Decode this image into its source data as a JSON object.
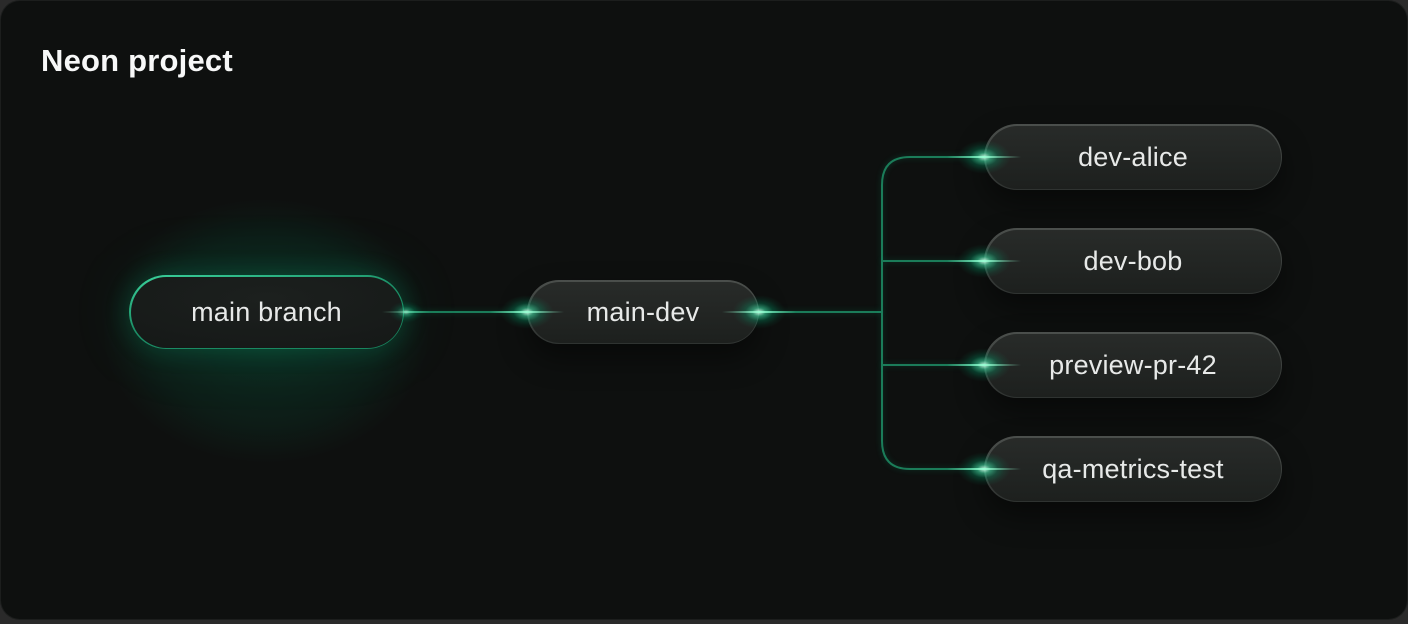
{
  "card": {
    "title": "Neon project"
  },
  "colors": {
    "canvas_background": "#0e100f",
    "page_behind": "#2a2a2a",
    "accent_green": "#00e599",
    "connector_line": "#1b7c59",
    "root_node_border": "#2fbd8a",
    "node_border_gray": "#3e4240",
    "node_fill_dark": "#1d201e",
    "label_text": "#e7e9e8",
    "title_text": "#f7f8f8"
  },
  "diagram": {
    "root": {
      "label": "main branch"
    },
    "trunk": {
      "label": "main-dev"
    },
    "branches": [
      {
        "label": "dev-alice"
      },
      {
        "label": "dev-bob"
      },
      {
        "label": "preview-pr-42"
      },
      {
        "label": "qa-metrics-test"
      }
    ]
  }
}
